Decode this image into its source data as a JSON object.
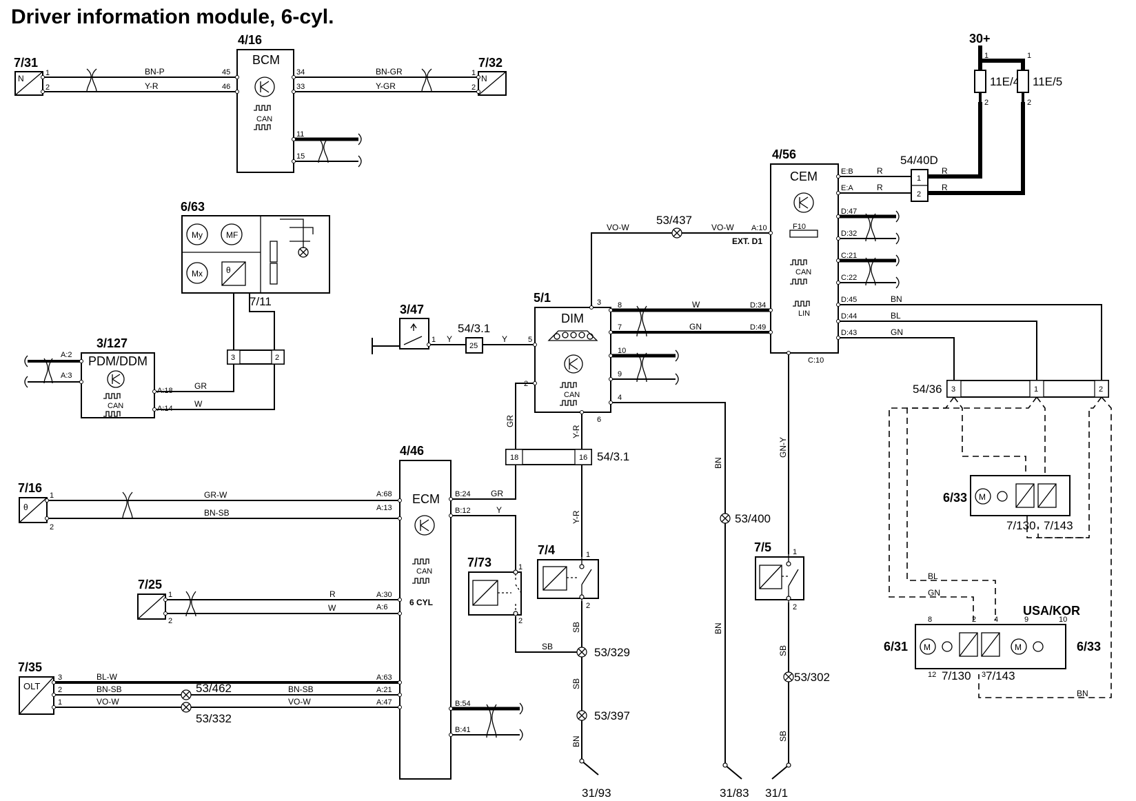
{
  "title": "Driver information module, 6-cyl.",
  "components": {
    "bcm": {
      "id": "4/16",
      "name": "BCM",
      "can": "CAN"
    },
    "cem": {
      "id": "4/56",
      "name": "CEM",
      "fuse": "F10",
      "ext": "EXT. D1",
      "can": "CAN",
      "lin": "LIN"
    },
    "dim": {
      "id": "5/1",
      "name": "DIM",
      "can": "CAN"
    },
    "ecm": {
      "id": "4/46",
      "name": "ECM",
      "can": "CAN",
      "variant": "6 CYL"
    },
    "pdm": {
      "id": "3/127",
      "name": "PDM/DDM",
      "can": "CAN"
    },
    "fuel_unit": {
      "id": "6/63",
      "sub": "7/11"
    },
    "s731": {
      "id": "7/31"
    },
    "s732": {
      "id": "7/32"
    },
    "s716": {
      "id": "7/16"
    },
    "s725": {
      "id": "7/25"
    },
    "s735": {
      "id": "7/35",
      "label": "OLT"
    },
    "s347": {
      "id": "3/47"
    },
    "s773": {
      "id": "7/73"
    },
    "s74": {
      "id": "7/4"
    },
    "s75": {
      "id": "7/5"
    },
    "pump_a": {
      "id": "6/33",
      "s1": "7/130",
      "s2": "7/143"
    },
    "pump_b": {
      "left": "6/31",
      "right": "6/33",
      "region": "USA/KOR",
      "s1": "7/130",
      "s2": "7/143"
    }
  },
  "connectors": {
    "c54_40d": "54/40D",
    "c54_36": "54/36",
    "c54_31a": "54/3.1",
    "c54_31b": "54/3.1"
  },
  "splices": {
    "s53_437": "53/437",
    "s53_400": "53/400",
    "s53_329": "53/329",
    "s53_397": "53/397",
    "s53_302": "53/302",
    "s53_462": "53/462",
    "s53_332": "53/332"
  },
  "grounds": {
    "g31_93": "31/93",
    "g31_83": "31/83",
    "g31_1": "31/1"
  },
  "power": {
    "supply": "30+",
    "fuse_a": "11E/4",
    "fuse_b": "11E/5"
  },
  "wires": {
    "bn_p": "BN-P",
    "y_r": "Y-R",
    "bn_gr": "BN-GR",
    "y_gr": "Y-GR",
    "vo_w": "VO-W",
    "r": "R",
    "w": "W",
    "gn": "GN",
    "bn": "BN",
    "bl": "BL",
    "gr": "GR",
    "y": "Y",
    "gr_w": "GR-W",
    "bn_sb": "BN-SB",
    "bl_w": "BL-W",
    "sb": "SB",
    "gn_y": "GN-Y"
  },
  "pins": {
    "bcm": [
      "45",
      "46",
      "34",
      "33",
      "11",
      "15"
    ],
    "cem": [
      "E:B",
      "E:A",
      "A:10",
      "D:47",
      "D:32",
      "C:21",
      "C:22",
      "D:34",
      "D:49",
      "D:45",
      "D:44",
      "D:43",
      "C:10"
    ],
    "dim": [
      "3",
      "8",
      "7",
      "10",
      "9",
      "4",
      "5",
      "2",
      "6"
    ],
    "ecm": [
      "A:68",
      "A:13",
      "A:30",
      "A:6",
      "A:63",
      "A:21",
      "A:47",
      "B:24",
      "B:12",
      "B:54",
      "B:41"
    ],
    "pdm": [
      "A:2",
      "A:3",
      "A:18",
      "A:14"
    ],
    "c54_36": [
      "3",
      "1",
      "2"
    ],
    "c54_31b": [
      "18",
      "16"
    ],
    "c25": "25",
    "c32": [
      "3",
      "2"
    ]
  }
}
